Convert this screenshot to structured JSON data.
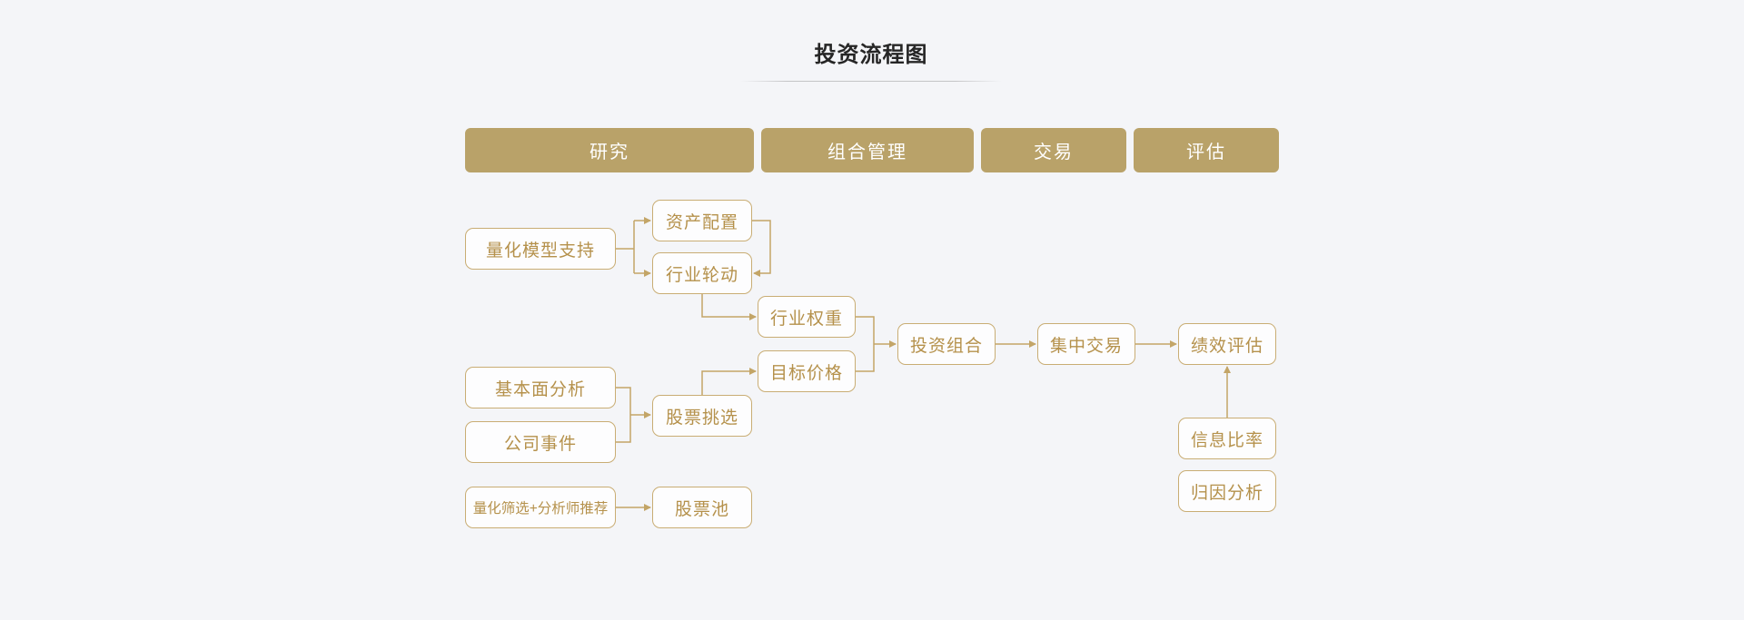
{
  "title": "投资流程图",
  "colors": {
    "background": "#f4f5f8",
    "stage_fill": "#b9a269",
    "stage_text": "#ffffff",
    "node_fill": "#fdfdfe",
    "node_border": "#c9ad74",
    "node_text": "#b5914b",
    "connector": "#c3a567",
    "title_text": "#262626",
    "divider": "#c4c4c6"
  },
  "stages": [
    {
      "id": "research",
      "label": "研究"
    },
    {
      "id": "portfolio-management",
      "label": "组合管理"
    },
    {
      "id": "trading",
      "label": "交易"
    },
    {
      "id": "evaluation",
      "label": "评估"
    }
  ],
  "nodes": [
    {
      "id": "quant-model-support",
      "label": "量化模型支持"
    },
    {
      "id": "asset-allocation",
      "label": "资产配置"
    },
    {
      "id": "industry-rotation",
      "label": "行业轮动"
    },
    {
      "id": "industry-weight",
      "label": "行业权重"
    },
    {
      "id": "target-price",
      "label": "目标价格"
    },
    {
      "id": "fundamental-analysis",
      "label": "基本面分析"
    },
    {
      "id": "company-events",
      "label": "公司事件"
    },
    {
      "id": "stock-selection",
      "label": "股票挑选"
    },
    {
      "id": "quant-screening-analyst-recommendation",
      "label": "量化筛选+分析师推荐"
    },
    {
      "id": "stock-pool",
      "label": "股票池"
    },
    {
      "id": "investment-portfolio",
      "label": "投资组合"
    },
    {
      "id": "centralized-trading",
      "label": "集中交易"
    },
    {
      "id": "performance-evaluation",
      "label": "绩效评估"
    },
    {
      "id": "information-ratio",
      "label": "信息比率"
    },
    {
      "id": "attribution-analysis",
      "label": "归因分析"
    }
  ],
  "edges": [
    {
      "from": "quant-model-support",
      "to": "asset-allocation"
    },
    {
      "from": "quant-model-support",
      "to": "industry-rotation"
    },
    {
      "from": "asset-allocation",
      "to": "industry-rotation"
    },
    {
      "from": "industry-rotation",
      "to": "industry-weight"
    },
    {
      "from": "stock-selection",
      "to": "target-price"
    },
    {
      "from": "industry-weight",
      "to": "investment-portfolio"
    },
    {
      "from": "target-price",
      "to": "investment-portfolio"
    },
    {
      "from": "investment-portfolio",
      "to": "centralized-trading"
    },
    {
      "from": "centralized-trading",
      "to": "performance-evaluation"
    },
    {
      "from": "fundamental-analysis",
      "to": "stock-selection"
    },
    {
      "from": "company-events",
      "to": "stock-selection"
    },
    {
      "from": "quant-screening-analyst-recommendation",
      "to": "stock-pool"
    },
    {
      "from": "information-ratio",
      "to": "performance-evaluation"
    }
  ]
}
